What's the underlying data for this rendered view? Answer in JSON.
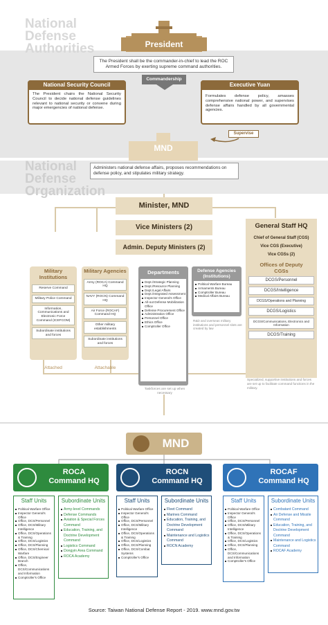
{
  "section1_title": [
    "National",
    "Defense",
    "Authorities"
  ],
  "president": {
    "title": "President",
    "desc": "The President shall be the commander-in-chief to lead the ROC Armed Forces by exerting supreme command authorities."
  },
  "commandership": "Commandership",
  "nsc": {
    "title": "National Security Council",
    "desc": "The President chairs the National Security Council to decide national defense guidelines relevant to national security or convene during major emergencies of national defense."
  },
  "ey": {
    "title": "Executive Yuan",
    "desc": "Formulates defense policy, amasses comprehensive national power, and supervises defense affairs handled by all governmental agencies."
  },
  "supervise": "Supervise",
  "mnd": {
    "title": "MND",
    "desc": "Administers national defense affairs, proposes recommendations on defense policy, and stipulates military strategy."
  },
  "section2_title": [
    "National",
    "Defense",
    "Organization"
  ],
  "minister": "Minister, MND",
  "vice_ministers": "Vice Ministers (2)",
  "admin_deputy": "Admin. Deputy Ministers (2)",
  "ghq": {
    "title": "General Staff HQ",
    "lines": [
      "Chief of General Staff (CGS)",
      "Vice CGS (Executive)",
      "Vice CGSs (2)"
    ],
    "deputy_title": "Offices of Deputy CGSs",
    "offices": [
      "DCGS/Personnel",
      "DCGS/Intelligence",
      "DCGS/Operations and Planning",
      "DCGS/Logistics",
      "DCGS/Communications, Electronics and Information",
      "DCGS/Training"
    ],
    "note": "Specialized, supportive institutions and forces are set up to facilitate command functions in the military."
  },
  "mil_inst": {
    "title": "Military Institutions",
    "items": [
      "Reserve Command",
      "Military Police Command",
      "Information, Communications and Electronic Force Command (ICEFCOM)"
    ],
    "sub": "Subordinate institutions and forces",
    "attach": "Attached"
  },
  "mil_agen": {
    "title": "Military Agencies",
    "items": [
      "Army (ROCA) Command HQ",
      "NAVY (ROCN) Command HQ",
      "Air Force (ROCAF) Command HQ",
      "Other military establishments"
    ],
    "sub": "Subordinate institutions and forces",
    "attach": "Attachable"
  },
  "departments": {
    "title": "Departments",
    "items": [
      "Dept./Strategic Planning",
      "Dept./Resource Planning",
      "Dept./Legal Affairs",
      "Dept./Integrated Assessment",
      "Inspector General's Office",
      "All-out Defense Mobilization Office",
      "Defense Procurement Office",
      "Administration Office",
      "Personnel Office",
      "Ethics Office",
      "Comptroller Office"
    ],
    "note": "Taskforces are set up when necessary"
  },
  "def_agen": {
    "title": "Defense Agencies (Institutions)",
    "items": [
      "Political Warfare Bureau",
      "Armaments Bureau",
      "Comptroller Bureau",
      "Medical Affairs Bureau"
    ],
    "note": "R&D and overseas military institutions and personnel slots are created by law"
  },
  "mnd2": "MND",
  "roca": {
    "title": [
      "ROCA",
      "Command HQ"
    ],
    "staff_title": "Staff Units",
    "staff": [
      "Political Warfare Office",
      "Inspector General's Office",
      "Office, DCS/Personnel",
      "Office, DCS/Military Intelligence",
      "Office, DCS/Operations & Training",
      "Office, DCS/Logistics",
      "Office, DCS/Planning",
      "Office, DCS/Chemical Warfare",
      "Office, DCS/Engineer Branch",
      "Office, DCS/Communications and Information",
      "Comptroller's Office"
    ],
    "sub_title": "Subordinate Units",
    "sub": [
      "Army-level Commands",
      "Defense Commands",
      "Aviation & Special Forces Command",
      "Education, Training, and Doctrine Development Command",
      "Logistics Command",
      "Dongyin Area Command",
      "ROCA Academy"
    ]
  },
  "rocn": {
    "title": [
      "ROCN",
      "Command HQ"
    ],
    "staff_title": "Staff Units",
    "staff": [
      "Political Warfare Office",
      "Inspector General's Office",
      "Office, DCS/Personnel",
      "Office, DCS/Military Intelligence",
      "Office, DCS/Operations & Training",
      "Office, DCS/Logistics",
      "Office, DCS/Planning",
      "Office, DCS/Combat Systems",
      "Comptroller's Office"
    ],
    "sub_title": "Subordinate Units",
    "sub": [
      "Fleet Command",
      "Marines Command",
      "Education, Training, and Doctrine Development Command",
      "Maintenance and Logistics Command",
      "ROCN Academy"
    ]
  },
  "rocaf": {
    "title": [
      "ROCAF",
      "Command HQ"
    ],
    "staff_title": "Staff Units",
    "staff": [
      "Political Warfare Office",
      "Inspector General's Office",
      "Office, DCS/Personnel",
      "Office, DCS/Military Intelligence",
      "Office, DCS/Operations & Training",
      "Office, DCS/Logistics",
      "Office, DCS/Planning",
      "Office, DCS/Communications and Information",
      "Comptroller's Office"
    ],
    "sub_title": "Subordinate Units",
    "sub": [
      "Combatant Command",
      "Air Defense and Missile Command",
      "Education, Training, and Doctrine Development Command",
      "Maintenance and Logistics Command",
      "ROCAF Academy"
    ]
  },
  "source": "Source: Taiwan National Defense Report - 2019. www.mnd.gov.tw",
  "colors": {
    "gold": "#b5915c",
    "brown": "#8c6a3b",
    "roca": "#2e8b3e",
    "rocn": "#1f4e79",
    "rocaf": "#2f73b8"
  }
}
